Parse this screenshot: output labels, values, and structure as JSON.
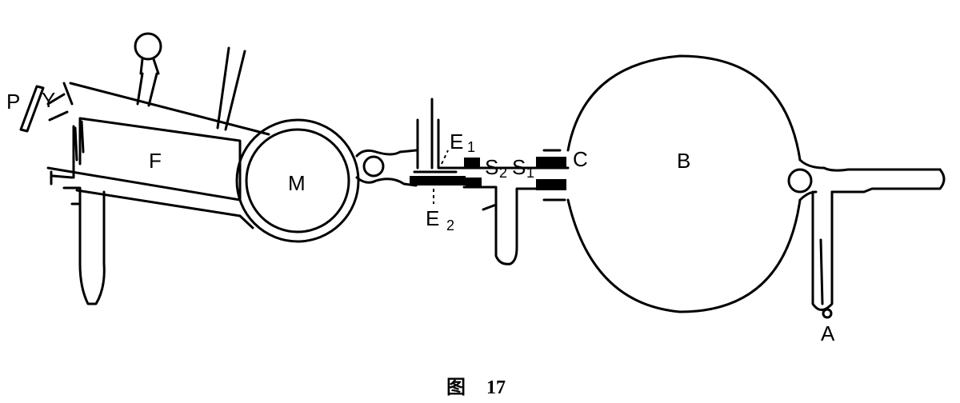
{
  "labels": {
    "P": "P",
    "Y": "Y",
    "F": "F",
    "M": "M",
    "E1": "E",
    "E1_sub": "1",
    "E2": "E",
    "E2_sub": "2",
    "S2": "S",
    "S2_sub": "2",
    "S1": "S",
    "S1_sub": "1",
    "C": "C",
    "B": "B",
    "A": "A"
  },
  "caption": {
    "prefix": "图",
    "number": "17"
  }
}
